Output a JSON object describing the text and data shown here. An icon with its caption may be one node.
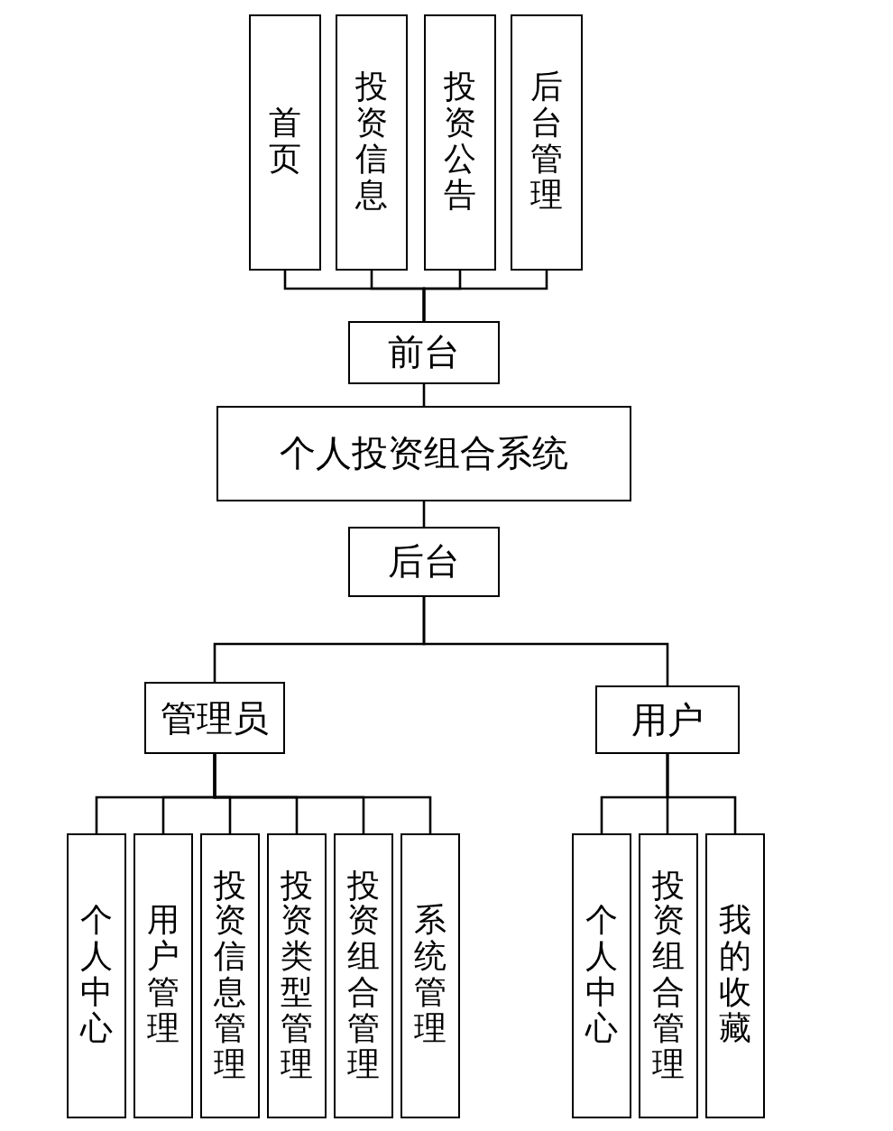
{
  "diagram": {
    "nodes": [
      {
        "text": [
          "首页"
        ]
      },
      {
        "text": [
          "投资信息"
        ]
      },
      {
        "text": [
          "投资公告"
        ]
      },
      {
        "text": [
          "后台管理"
        ]
      },
      {
        "text": [
          "前台"
        ]
      },
      {
        "text": [
          "个人投资组合系统"
        ]
      },
      {
        "text": [
          "后台"
        ]
      },
      {
        "text": [
          "管理员"
        ]
      },
      {
        "text": [
          "用户"
        ]
      },
      {
        "text": [
          "个人中心"
        ]
      },
      {
        "text": [
          "用户管理"
        ]
      },
      {
        "text": [
          "投资信息管理"
        ]
      },
      {
        "text": [
          "投资类型管理"
        ]
      },
      {
        "text": [
          "投资组合管理"
        ]
      },
      {
        "text": [
          "系统管理"
        ]
      },
      {
        "text": [
          "个人中心"
        ]
      },
      {
        "text": [
          "投资组合管理"
        ]
      },
      {
        "text": [
          "我的收藏"
        ]
      }
    ],
    "edges": [
      {
        "from": 4,
        "to": 0,
        "arrow": "none"
      },
      {
        "from": 4,
        "to": 1,
        "arrow": "none"
      },
      {
        "from": 4,
        "to": 2,
        "arrow": "none"
      },
      {
        "from": 4,
        "to": 3,
        "arrow": "none"
      },
      {
        "from": 4,
        "to": 5,
        "arrow": "none"
      },
      {
        "from": 5,
        "to": 6,
        "arrow": "none"
      },
      {
        "from": 6,
        "to": 7,
        "arrow": "none"
      },
      {
        "from": 6,
        "to": 8,
        "arrow": "none"
      },
      {
        "from": 7,
        "to": 9,
        "arrow": "none"
      },
      {
        "from": 7,
        "to": 10,
        "arrow": "none"
      },
      {
        "from": 7,
        "to": 11,
        "arrow": "none"
      },
      {
        "from": 7,
        "to": 12,
        "arrow": "none"
      },
      {
        "from": 7,
        "to": 13,
        "arrow": "none"
      },
      {
        "from": 7,
        "to": 14,
        "arrow": "none"
      },
      {
        "from": 8,
        "to": 15,
        "arrow": "none"
      },
      {
        "from": 8,
        "to": 16,
        "arrow": "none"
      },
      {
        "from": 8,
        "to": 17,
        "arrow": "none"
      }
    ]
  }
}
